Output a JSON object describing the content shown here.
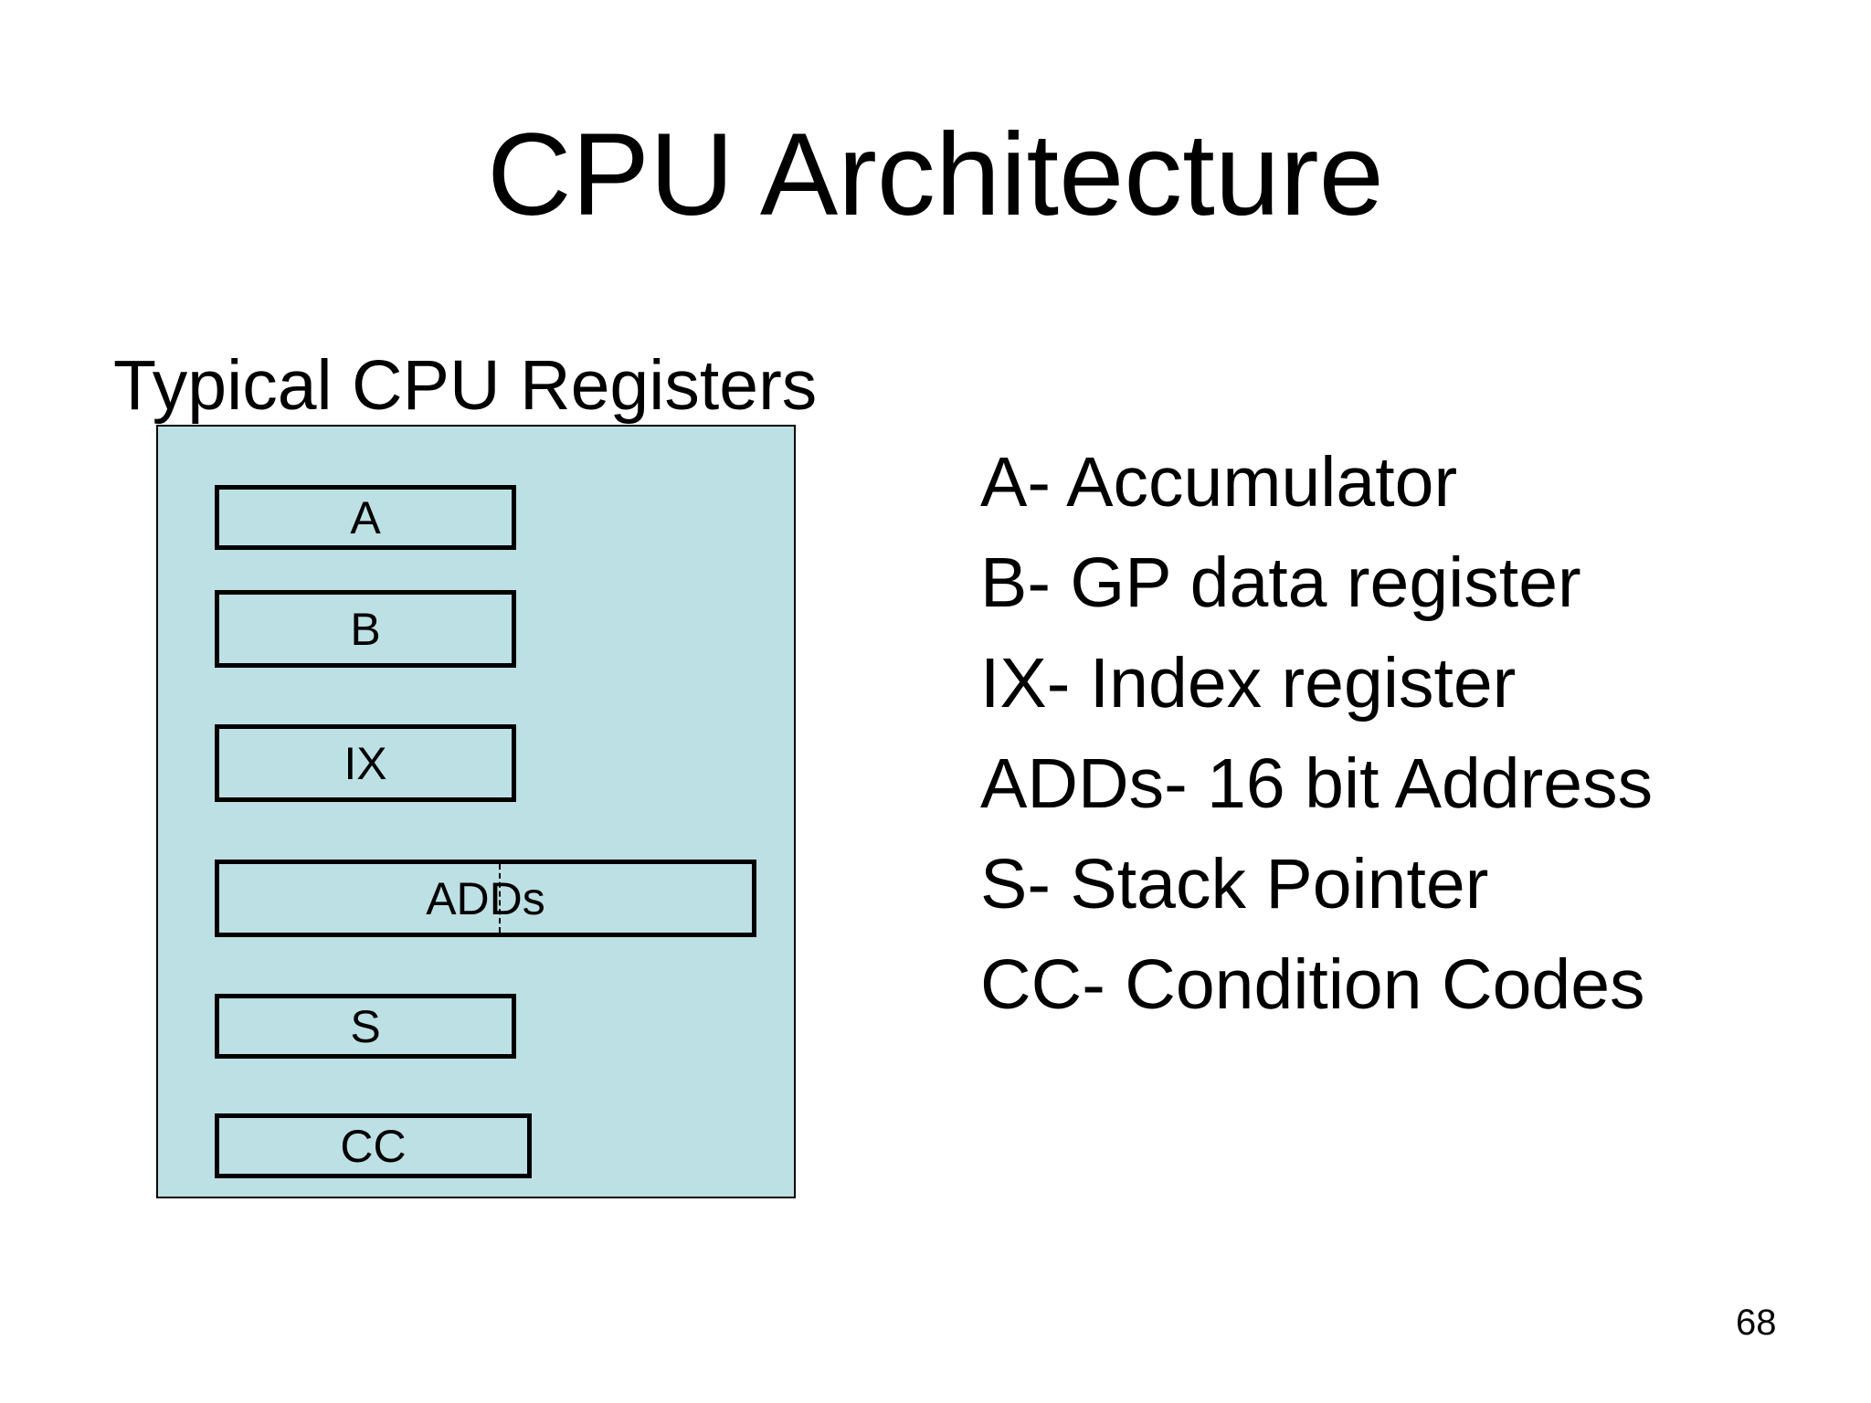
{
  "slide": {
    "title": "CPU Architecture",
    "subtitle": "Typical CPU Registers",
    "page_number": "68",
    "panel_color": "#bce0e3"
  },
  "registers": [
    {
      "id": "a",
      "label": "A"
    },
    {
      "id": "b",
      "label": "B"
    },
    {
      "id": "ix",
      "label": "IX"
    },
    {
      "id": "adds",
      "label": "ADDs"
    },
    {
      "id": "s",
      "label": "S"
    },
    {
      "id": "cc",
      "label": "CC"
    }
  ],
  "definitions": [
    "A- Accumulator",
    "B- GP data register",
    "IX- Index register",
    "ADDs- 16 bit Address",
    "S- Stack Pointer",
    "CC- Condition Codes"
  ]
}
